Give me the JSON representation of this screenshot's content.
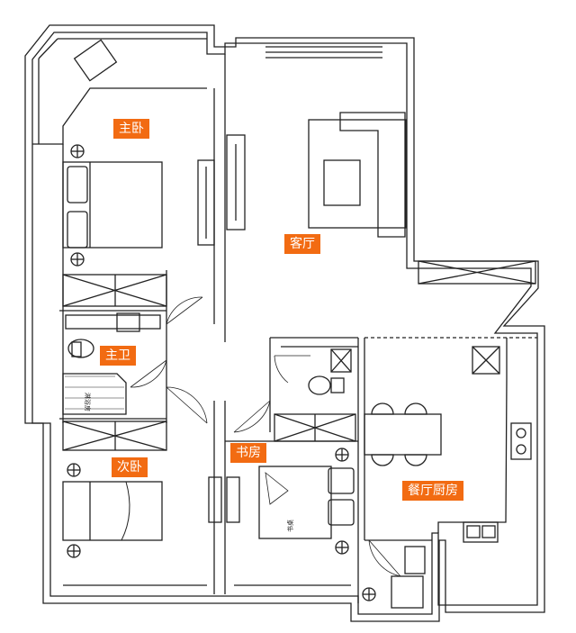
{
  "rooms": {
    "master_bedroom": "主卧",
    "living_room": "客厅",
    "master_bath": "主卫",
    "second_bedroom": "次卧",
    "study": "书房",
    "dining_kitchen": "餐厅厨房"
  },
  "fixtures": {
    "shower_label": "淋浴房",
    "study_desk_label": "书桌"
  },
  "colors": {
    "label_background": "#f26b12",
    "label_text": "#ffffff",
    "wall_stroke": "#222222"
  }
}
